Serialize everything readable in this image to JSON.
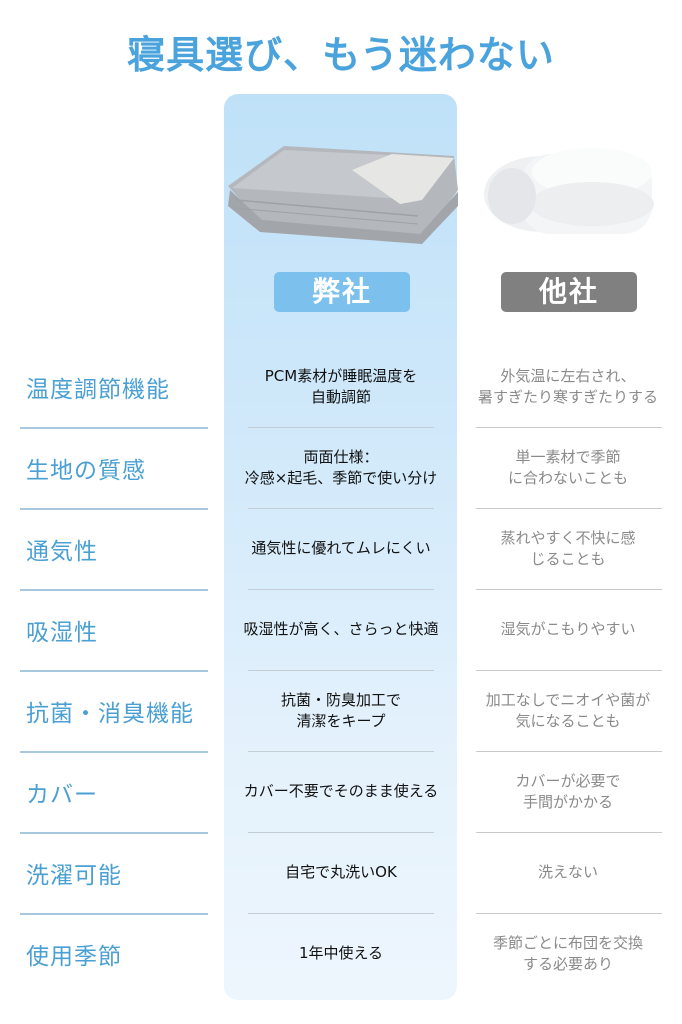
{
  "title": "寝具選び、もう迷わない",
  "colors": {
    "accent": "#4aa3dc",
    "highlight": "#bfe1f8",
    "badge_ours": "#7cc0ee",
    "badge_other": "#808080"
  },
  "columns": {
    "ours": {
      "label": "弊社",
      "image": "folded-gray-blanket"
    },
    "other": {
      "label": "他社",
      "image": "rolled-white-comforter"
    }
  },
  "rows": [
    {
      "feature": "温度調節機能",
      "ours": "PCM素材が睡眠温度を\n自動調節",
      "other": "外気温に左右され、\n暑すぎたり寒すぎたりする"
    },
    {
      "feature": "生地の質感",
      "ours": "両面仕様：\n冷感×起毛、季節で使い分け",
      "other": "単一素材で季節\nに合わないことも"
    },
    {
      "feature": "通気性",
      "ours": "通気性に優れてムレにくい",
      "other": "蒸れやすく不快に感\nじることも"
    },
    {
      "feature": "吸湿性",
      "ours": "吸湿性が高く、さらっと快適",
      "other": "湿気がこもりやすい"
    },
    {
      "feature": "抗菌・消臭機能",
      "ours": "抗菌・防臭加工で\n清潔をキープ",
      "other": "加工なしでニオイや菌が\n気になることも"
    },
    {
      "feature": "カバー",
      "ours": "カバー不要でそのまま使える",
      "other": "カバーが必要で\n手間がかかる"
    },
    {
      "feature": "洗濯可能",
      "ours": "自宅で丸洗いOK",
      "other": "洗えない"
    },
    {
      "feature": "使用季節",
      "ours": "1年中使える",
      "other": "季節ごとに布団を交換\nする必要あり"
    }
  ]
}
